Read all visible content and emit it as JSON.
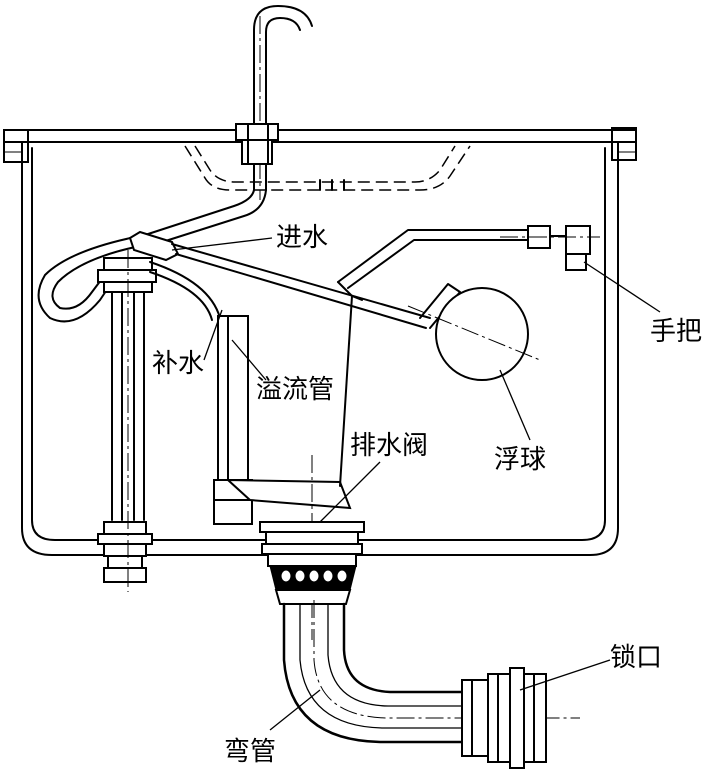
{
  "labels": {
    "inlet": "进水",
    "refill": "补水",
    "overflow_pipe": "溢流管",
    "drain_valve": "排水阀",
    "float_ball": "浮球",
    "handle": "手把",
    "lock_nut": "锁口",
    "bend_pipe": "弯管"
  }
}
